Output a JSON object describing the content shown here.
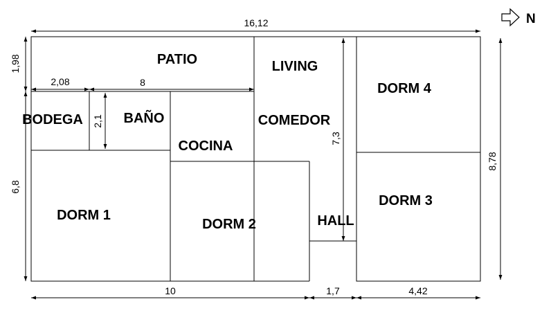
{
  "north_label": "N",
  "rooms": {
    "patio": "PATIO",
    "living": "LIVING",
    "comedor": "COMEDOR",
    "bodega": "BODEGA",
    "bano": "BAÑO",
    "cocina": "COCINA",
    "dorm1": "DORM 1",
    "dorm2": "DORM 2",
    "dorm3": "DORM 3",
    "dorm4": "DORM 4",
    "hall": "HALL"
  },
  "dimensions": {
    "total_width": "16,12",
    "total_height": "8,78",
    "patio_depth": "1,98",
    "left_lower": "6,8",
    "bodega_width": "2,08",
    "patio_width": "8",
    "bano_height": "2,1",
    "comedor_height": "7,3",
    "bottom_left": "10",
    "bottom_hall": "1,7",
    "bottom_right": "4,42"
  }
}
